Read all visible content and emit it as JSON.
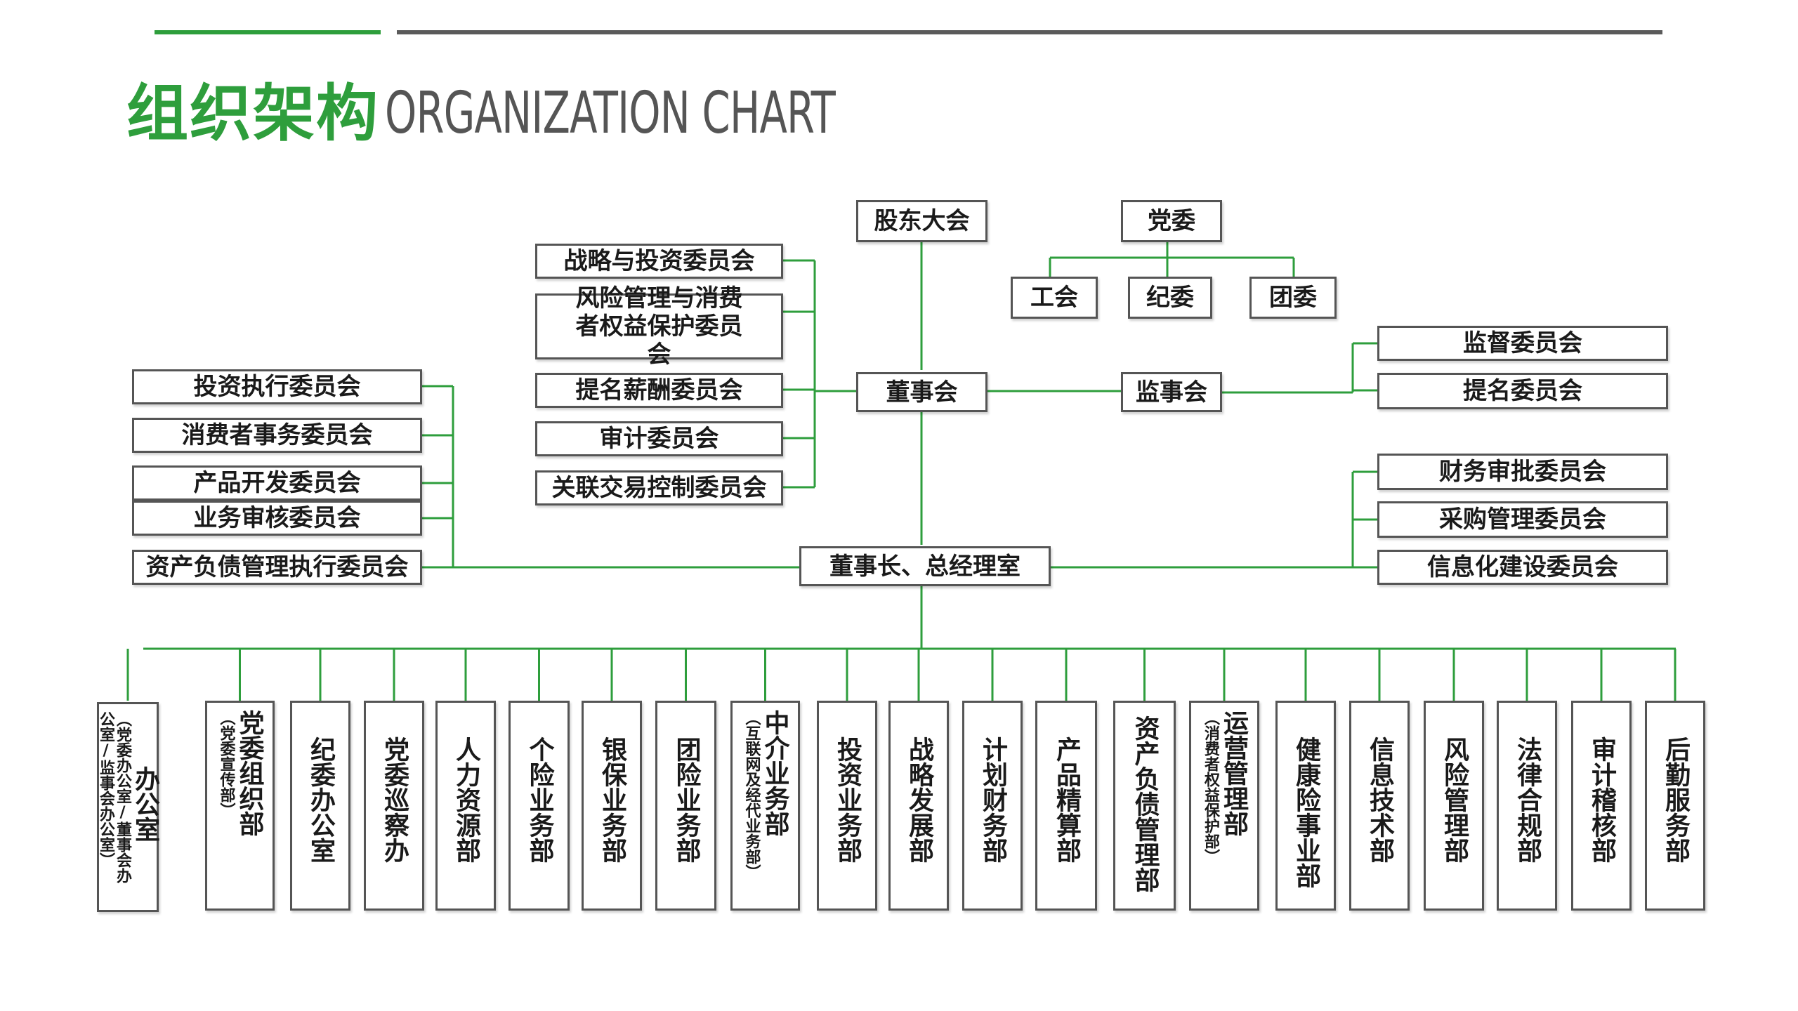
{
  "header": {
    "title_cn": "组织架构",
    "title_en": "ORGANIZATION CHART",
    "accent_color": "#2e9e3c",
    "bar_gray_color": "#5a5a5a"
  },
  "line_color": "#2e9e3c",
  "nodes": {
    "shareholders": "股东大会",
    "party": "党委",
    "union": "工会",
    "discipline": "纪委",
    "youth": "团委",
    "board": "董事会",
    "supervisory": "监事会",
    "chairman_office": "董事长、总经理室",
    "board_committees": [
      "战略与投资委员会",
      "风险管理与消费者权益保护委员会",
      "提名薪酬委员会",
      "审计委员会",
      "关联交易控制委员会"
    ],
    "supervisory_committees": [
      "监督委员会",
      "提名委员会"
    ],
    "exec_left_committees": [
      "投资执行委员会",
      "消费者事务委员会",
      "产品开发委员会",
      "业务审核委员会",
      "资产负债管理执行委员会"
    ],
    "exec_right_committees": [
      "财务审批委员会",
      "采购管理委员会",
      "信息化建设委员会"
    ]
  },
  "departments": [
    {
      "name": "办公室",
      "sub": "（党委办公室/董事会办公室/监事会办公室）"
    },
    {
      "name": "党委组织部",
      "sub": "（党委宣传部）"
    },
    {
      "name": "纪委办公室",
      "sub": ""
    },
    {
      "name": "党委巡察办",
      "sub": ""
    },
    {
      "name": "人力资源部",
      "sub": ""
    },
    {
      "name": "个险业务部",
      "sub": ""
    },
    {
      "name": "银保业务部",
      "sub": ""
    },
    {
      "name": "团险业务部",
      "sub": ""
    },
    {
      "name": "中介业务部",
      "sub": "（互联网及经代业务部）"
    },
    {
      "name": "投资业务部",
      "sub": ""
    },
    {
      "name": "战略发展部",
      "sub": ""
    },
    {
      "name": "计划财务部",
      "sub": ""
    },
    {
      "name": "产品精算部",
      "sub": ""
    },
    {
      "name": "资产负债管理部",
      "sub": ""
    },
    {
      "name": "运营管理部",
      "sub": "（消费者权益保护部）"
    },
    {
      "name": "健康险事业部",
      "sub": ""
    },
    {
      "name": "信息技术部",
      "sub": ""
    },
    {
      "name": "风险管理部",
      "sub": ""
    },
    {
      "name": "法律合规部",
      "sub": ""
    },
    {
      "name": "审计稽核部",
      "sub": ""
    },
    {
      "name": "后勤服务部",
      "sub": ""
    }
  ]
}
